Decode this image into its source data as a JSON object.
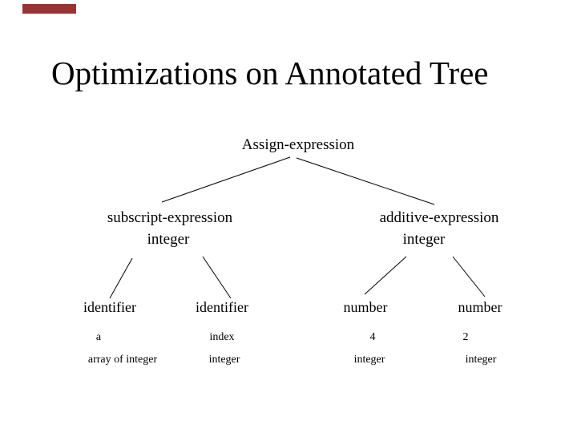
{
  "slide": {
    "title": "Optimizations on Annotated Tree",
    "background_color": "#ffffff",
    "text_color": "#000000",
    "accent_bar_color": "#993333"
  },
  "tree": {
    "root": {
      "label": "Assign-expression"
    },
    "branches": [
      {
        "label": "subscript-expression",
        "annotation": "integer"
      },
      {
        "label": "additive-expression",
        "annotation": "integer"
      }
    ],
    "leaves": [
      {
        "label": "identifier",
        "value": "a",
        "annotation": "array of integer"
      },
      {
        "label": "identifier",
        "value": "index",
        "annotation": "integer"
      },
      {
        "label": "number",
        "value": "4",
        "annotation": "integer"
      },
      {
        "label": "number",
        "value": "2",
        "annotation": "integer"
      }
    ]
  }
}
